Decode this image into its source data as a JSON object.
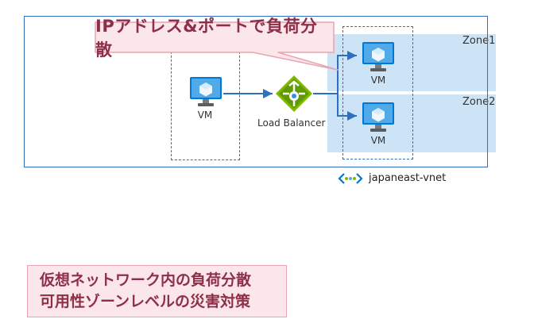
{
  "callout": {
    "text": "IPアドレス&ポートで負荷分散"
  },
  "zones": [
    {
      "label": "Zone1"
    },
    {
      "label": "Zone2"
    }
  ],
  "vms": {
    "frontend": {
      "label": "VM"
    },
    "backend_zone1": {
      "label": "VM"
    },
    "backend_zone2": {
      "label": "VM"
    }
  },
  "load_balancer": {
    "label": "Load Balancer"
  },
  "vnet": {
    "name": "japaneast-vnet"
  },
  "note": {
    "line1": "仮想ネットワーク内の負荷分散",
    "line2": "可用性ゾーンレベルの災害対策"
  },
  "colors": {
    "vnet_border": "#2f6fc0",
    "zone_fill": "#cde4f6",
    "callout_fill": "#fbe7ea",
    "callout_border": "#e8a4b1",
    "accent_text": "#8e2f4a",
    "lb_green": "#7fba00"
  },
  "icons": [
    "vm-icon",
    "load-balancer-icon",
    "vnet-icon"
  ]
}
